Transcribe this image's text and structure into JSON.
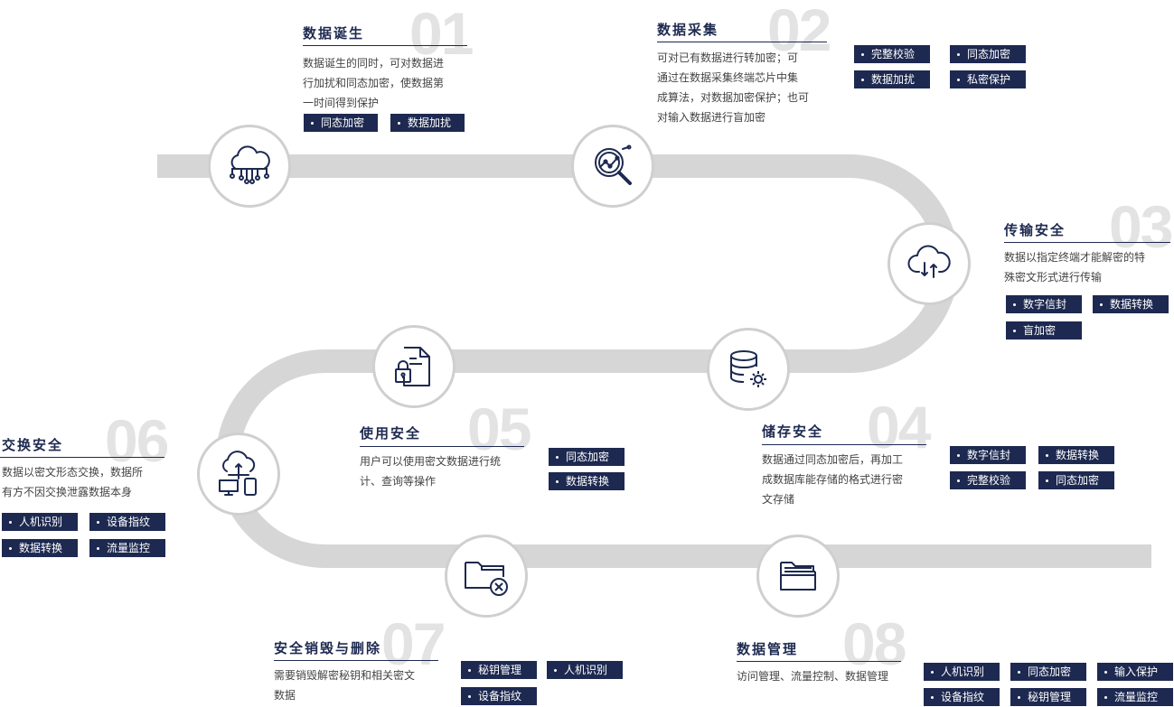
{
  "stages": [
    {
      "num": "01",
      "title": "数据诞生",
      "desc": [
        "数据诞生的同时，可对数据进",
        "行加扰和同态加密，使数据第",
        "一时间得到保护"
      ],
      "tags": [
        "同态加密",
        "数据加扰"
      ],
      "icon": "cloud-network-icon"
    },
    {
      "num": "02",
      "title": "数据采集",
      "desc": [
        "可对已有数据进行转加密；可",
        "通过在数据采集终端芯片中集",
        "成算法，对数据加密保护；也可",
        "对输入数据进行盲加密"
      ],
      "tags": [
        "完整校验",
        "同态加密",
        "数据加扰",
        "私密保护"
      ],
      "icon": "magnifier-chart-icon"
    },
    {
      "num": "03",
      "title": "传输安全",
      "desc": [
        "数据以指定终端才能解密的特",
        "殊密文形式进行传输"
      ],
      "tags": [
        "数字信封",
        "数据转换",
        "盲加密"
      ],
      "icon": "cloud-transfer-icon"
    },
    {
      "num": "04",
      "title": "储存安全",
      "desc": [
        "数据通过同态加密后，再加工",
        "成数据库能存储的格式进行密",
        "文存储"
      ],
      "tags": [
        "数字信封",
        "数据转换",
        "完整校验",
        "同态加密"
      ],
      "icon": "database-gear-icon"
    },
    {
      "num": "05",
      "title": "使用安全",
      "desc": [
        "用户可以使用密文数据进行统",
        "计、查询等操作"
      ],
      "tags": [
        "同态加密",
        "数据转换"
      ],
      "icon": "document-lock-icon"
    },
    {
      "num": "06",
      "title": "交换安全",
      "desc": [
        "数据以密文形态交换，数据所",
        "有方不因交换泄露数据本身"
      ],
      "tags": [
        "人机识别",
        "设备指纹",
        "数据转换",
        "流量监控"
      ],
      "icon": "cloud-devices-icon"
    },
    {
      "num": "07",
      "title": "安全销毁与删除",
      "desc": [
        "需要销毁解密秘钥和相关密文",
        "数据"
      ],
      "tags": [
        "秘钥管理",
        "人机识别",
        "设备指纹"
      ],
      "icon": "folder-delete-icon"
    },
    {
      "num": "08",
      "title": "数据管理",
      "desc": [
        "访问管理、流量控制、数据管理"
      ],
      "tags": [
        "人机识别",
        "同态加密",
        "输入保护",
        "设备指纹",
        "秘钥管理",
        "流量监控"
      ],
      "icon": "folder-open-icon"
    }
  ],
  "colors": {
    "accent": "#1d2950",
    "path": "#d6d6d6",
    "number": "#e3e3e3"
  }
}
